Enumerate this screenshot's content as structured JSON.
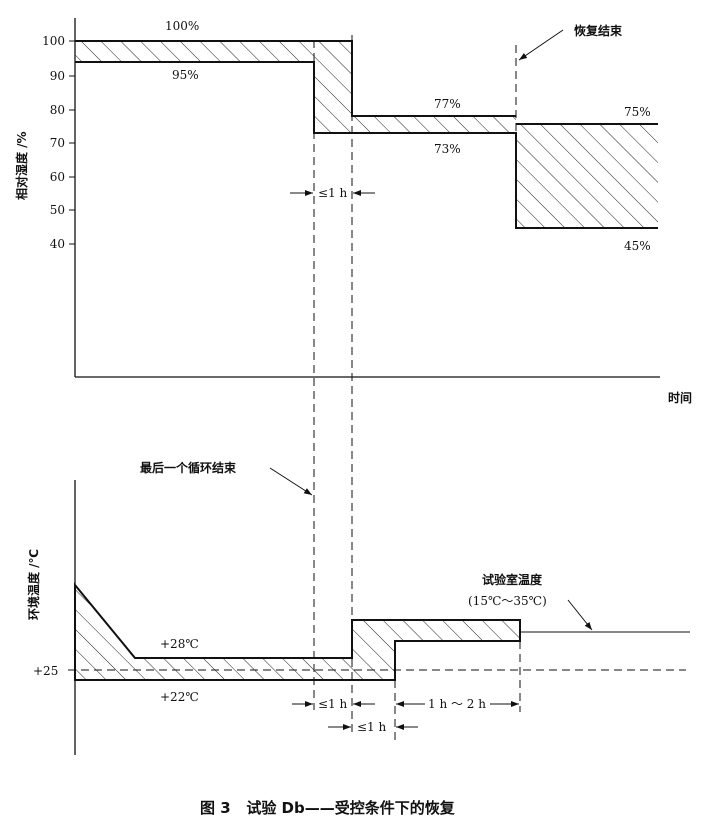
{
  "humidity_axis": {
    "label": "相对湿度 /%",
    "ticks": [
      "100",
      "90",
      "80",
      "70",
      "60",
      "50",
      "40"
    ]
  },
  "humidity_labels": {
    "upper_1": "100%",
    "lower_1": "95%",
    "upper_2": "77%",
    "lower_2": "73%",
    "upper_3": "75%",
    "lower_3": "45%"
  },
  "time_axis": {
    "label": "时间"
  },
  "temperature_axis": {
    "label": "环境温度 /℃",
    "tick": "+25"
  },
  "temperature_labels": {
    "upper": "+28℃",
    "lower": "+22℃",
    "room_temp": "试验室温度",
    "room_temp_range": "(15℃～35℃)"
  },
  "annotations": {
    "recovery_end": "恢复结束",
    "last_cycle_end": "最后一个循环结束",
    "dim_1": "≤1 h",
    "dim_2": "≤1 h",
    "dim_3": "≤1 h",
    "dim_4": "1 h ～ 2 h"
  },
  "caption": "图 3   试验 Db——受控条件下的恢复"
}
